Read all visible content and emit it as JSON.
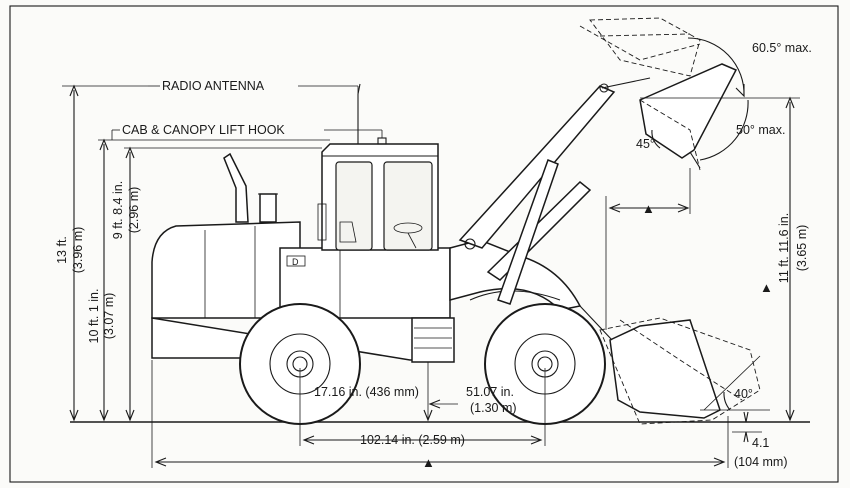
{
  "labels": {
    "radio_antenna": "RADIO ANTENNA",
    "cab_hook": "CAB & CANOPY LIFT HOOK",
    "height_13ft": "13 ft.",
    "height_13ft_m": "(3.96 m)",
    "height_9ft": "9 ft. 8.4 in.",
    "height_9ft_m": "(2.96 m)",
    "height_10ft": "10 ft. 1 in.",
    "height_10ft_m": "(3.07 m)",
    "angle_605": "60.5° max.",
    "angle_50": "50° max.",
    "angle_45": "45°",
    "angle_40": "40°",
    "height_11ft": "11 ft. 11.6 in.",
    "height_11ft_m": "(3.65 m)",
    "clearance": "17.16 in. (436 mm)",
    "axle_offset": "51.07 in.",
    "axle_offset_m": "(1.30 m)",
    "wheelbase": "102.14 in. (2.59 m)",
    "dig_depth": "4.1",
    "dig_depth_mm": "(104 mm)",
    "triangle": "▲"
  }
}
